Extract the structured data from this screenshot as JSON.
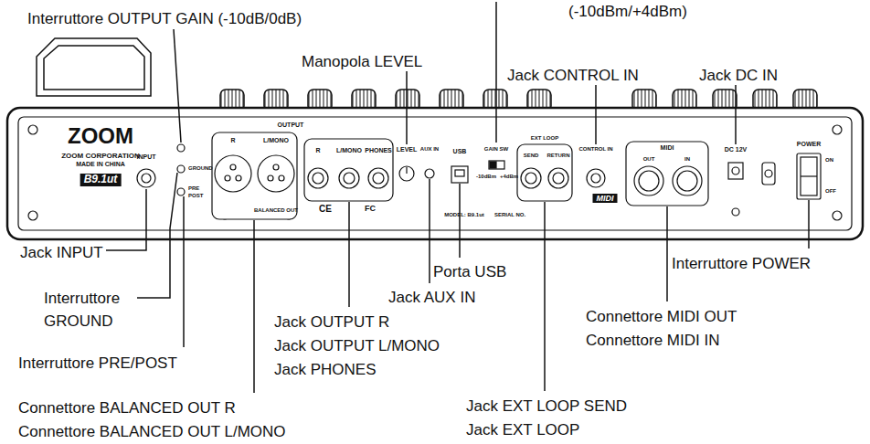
{
  "diagram": {
    "labels": [
      "Interruttore OUTPUT GAIN (-10dB/0dB)",
      "(-10dBm/+4dBm)",
      "Manopola LEVEL",
      "Jack CONTROL IN",
      "Jack DC IN",
      "Jack INPUT",
      "Interruttore GROUND",
      "Interruttore PRE/POST",
      "Connettore BALANCED OUT R",
      "Connettore BALANCED OUT L/MONO",
      "Jack OUTPUT R",
      "Jack OUTPUT L/MONO",
      "Jack PHONES",
      "Porta USB",
      "Jack AUX IN",
      "Interruttore POWER",
      "Connettore MIDI OUT",
      "Connettore MIDI IN",
      "Jack EXT LOOP SEND",
      "Jack EXT LOOP",
      "ZOOM",
      "ZOOM CORPORATION",
      "MADE IN CHINA",
      "B9.1ut",
      "INPUT",
      "GROUND",
      "PRE",
      "POST",
      "OUTPUT",
      "R",
      "L/MONO",
      "BALANCED OUT",
      "R",
      "L/MONO",
      "PHONES",
      "CE",
      "FC",
      "LEVEL",
      "AUX IN",
      "USB",
      "MODEL: B9.1ut",
      "SERIAL NO.",
      "GAIN SW",
      "-10dBm",
      "+4dBm",
      "EXT LOOP",
      "SEND",
      "RETURN",
      "CONTROL IN",
      "MIDI",
      "MIDI",
      "OUT",
      "IN",
      "DC 12V",
      "POWER",
      "ON",
      "OFF"
    ]
  }
}
